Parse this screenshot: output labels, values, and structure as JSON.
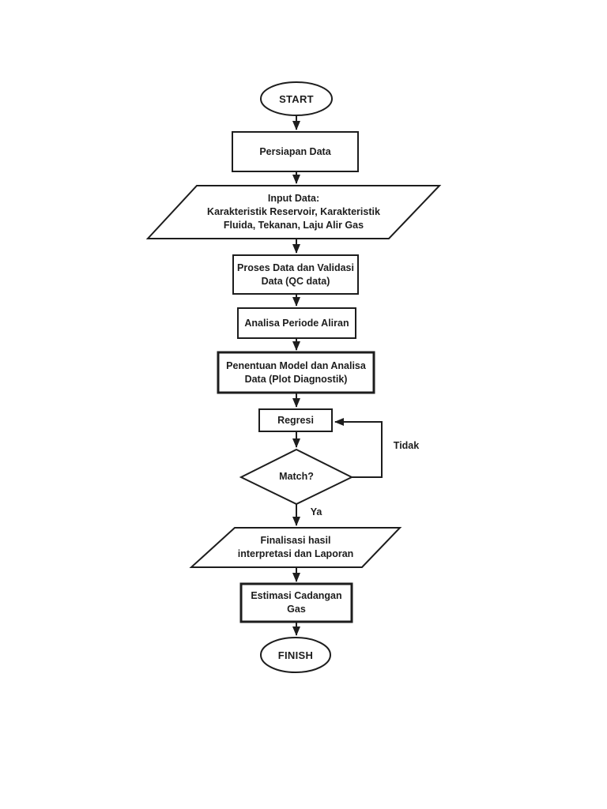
{
  "page": {
    "background": "#ffffff"
  },
  "flowchart": {
    "stroke_color": "#1d1d1d",
    "fill_color": "#ffffff",
    "text_color": "#1d1d1d",
    "nodes": {
      "start": {
        "type": "terminator",
        "label": "START"
      },
      "persiapan_data": {
        "type": "process",
        "label": "Persiapan Data"
      },
      "input_data": {
        "type": "input-output",
        "label": "Input Data:\nKarakteristik Reservoir, Karakteristik\nFluida, Tekanan, Laju Alir Gas"
      },
      "proses_data": {
        "type": "process",
        "label": "Proses Data dan Validasi\nData (QC data)"
      },
      "analisa_periode": {
        "type": "process",
        "label": "Analisa Periode Aliran"
      },
      "penentuan_model": {
        "type": "process",
        "label": "Penentuan Model dan Analisa\nData (Plot Diagnostik)"
      },
      "regresi": {
        "type": "process",
        "label": "Regresi"
      },
      "match": {
        "type": "decision",
        "label": "Match?"
      },
      "finalisasi": {
        "type": "input-output",
        "label": "Finalisasi hasil\ninterpretasi dan Laporan"
      },
      "estimasi_cadangan": {
        "type": "process",
        "label": "Estimasi Cadangan\nGas"
      },
      "finish": {
        "type": "terminator",
        "label": "FINISH"
      }
    },
    "edge_labels": {
      "no": "Tidak",
      "yes": "Ya"
    }
  }
}
